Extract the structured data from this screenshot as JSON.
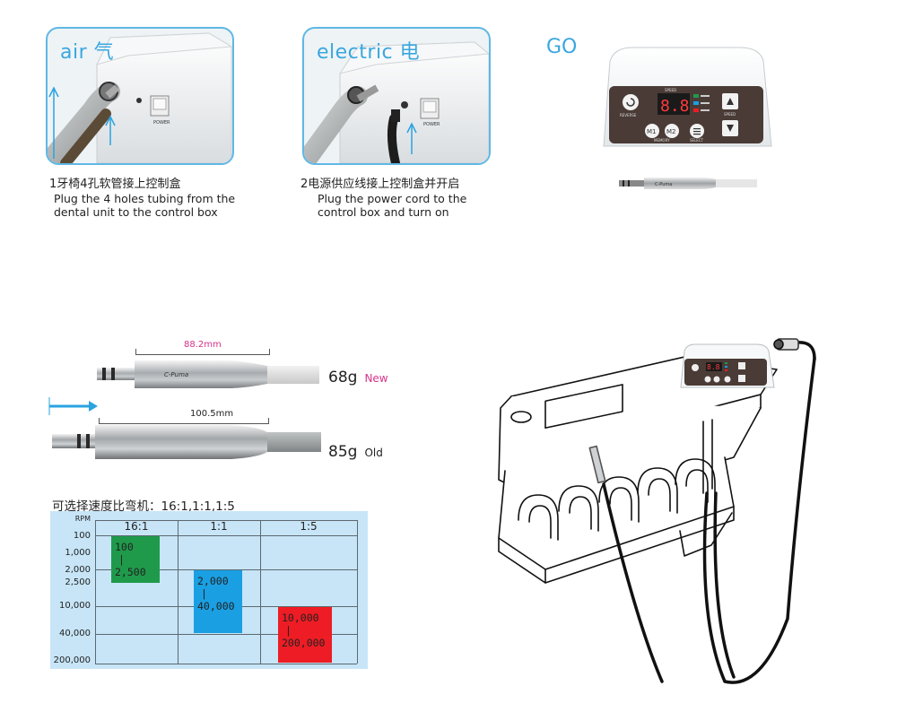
{
  "steps": [
    {
      "tag": "air 气",
      "cn": "1牙椅4孔软管接上控制盒",
      "en": "Plug the 4 holes tubing from the dental unit to the control box"
    },
    {
      "tag": "electric 电",
      "cn": "2电源供应线接上控制盒并开启",
      "en": "Plug the power cord to the control box and turn on"
    }
  ],
  "go_label": "GO",
  "control_box": {
    "display": "8.8",
    "speed_label": "SPEED",
    "memory_label": "MEMORY",
    "select_label": "SELECT",
    "reverse_label": "REVERSE",
    "m1": "M1",
    "m2": "M2",
    "power_label": "POWER",
    "colors": {
      "body": "#f4f6f8",
      "panel": "#4a3b36",
      "led": "#ff3b3b"
    }
  },
  "handpieces": [
    {
      "brand": "C-Puma",
      "length": "88.2mm",
      "weight": "68g",
      "tag": "New",
      "dim_color": "#d6338a",
      "tag_color": "#d6338a"
    },
    {
      "length": "100.5mm",
      "weight": "85g",
      "tag": "Old",
      "dim_color": "#222222",
      "tag_color": "#222222"
    }
  ],
  "speed": {
    "title": "可选择速度比弯机：16:1,1:1,1:5",
    "rpm_label": "RPM",
    "axis_labels": [
      "100",
      "1,000",
      "2,000",
      "2,500",
      "10,000",
      "40,000",
      "200,000"
    ],
    "ratios": [
      {
        "label": "16:1",
        "from": "100",
        "to": "2,500",
        "color": "#1f9a4b"
      },
      {
        "label": "1:1",
        "from": "2,000",
        "to": "40,000",
        "color": "#1a9fe3"
      },
      {
        "label": "1:5",
        "from": "10,000",
        "to": "200,000",
        "color": "#ee1c24"
      }
    ],
    "panel_color": "#c7e5f7"
  },
  "accent": "#3aa7df",
  "arrow_color": "#2aa3e0"
}
